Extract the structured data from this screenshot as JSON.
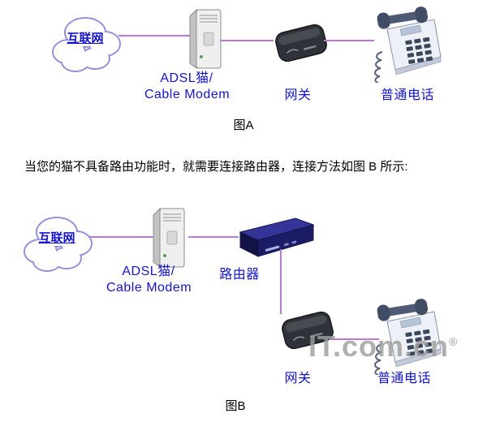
{
  "figure_a": {
    "cloud_label": "互联网",
    "modem_label_line1": "ADSL猫/",
    "modem_label_line2": "Cable Modem",
    "gateway_label": "网关",
    "phone_label": "普通电话",
    "caption": "图A"
  },
  "note_text": "当您的猫不具备路由功能时，就需要连接路由器，连接方法如图 B 所示:",
  "figure_b": {
    "cloud_label": "互联网",
    "modem_label_line1": "ADSL猫/",
    "modem_label_line2": "Cable Modem",
    "router_label": "路由器",
    "gateway_label": "网关",
    "phone_label": "普通电话",
    "caption": "图B"
  },
  "watermark": {
    "text": "IT.com.cn",
    "reg_mark": "®"
  },
  "icons": {
    "cloud": "internet-cloud-icon",
    "modem": "adsl-modem-icon",
    "gateway": "gateway-icon",
    "router": "router-icon",
    "phone": "telephone-icon"
  },
  "colors": {
    "label_blue": "#1414cc",
    "connector_purple": "#bb77dd",
    "text_black": "#000000",
    "watermark_gray": "#9e9e9e",
    "cloud_stroke": "#9090dd"
  }
}
